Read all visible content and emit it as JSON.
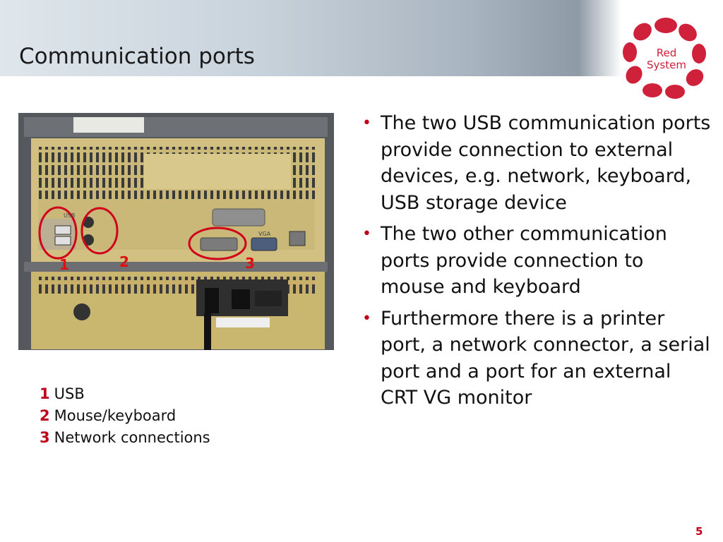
{
  "slide": {
    "title": "Communication ports",
    "page_number": "5"
  },
  "logo": {
    "line1": "Red",
    "line2": "System",
    "color": "#d0213b"
  },
  "photo": {
    "labels": [
      "1",
      "2",
      "3"
    ],
    "port_labels": {
      "usb": "USB",
      "vga": "VGA"
    }
  },
  "legend": [
    {
      "num": "1",
      "text": "USB"
    },
    {
      "num": "2",
      "text": "Mouse/keyboard"
    },
    {
      "num": "3",
      "text": "Network connections"
    }
  ],
  "bullets": [
    "The two USB communication ports provide connection to external devices, e.g. network, keyboard, USB storage device",
    "The two other communication ports provide connection to mouse and keyboard",
    "Furthermore there is a printer port, a network connector, a serial port and a port for an external CRT VG monitor"
  ],
  "colors": {
    "accent": "#c0001a",
    "header_blue": "#8e9aa6"
  }
}
